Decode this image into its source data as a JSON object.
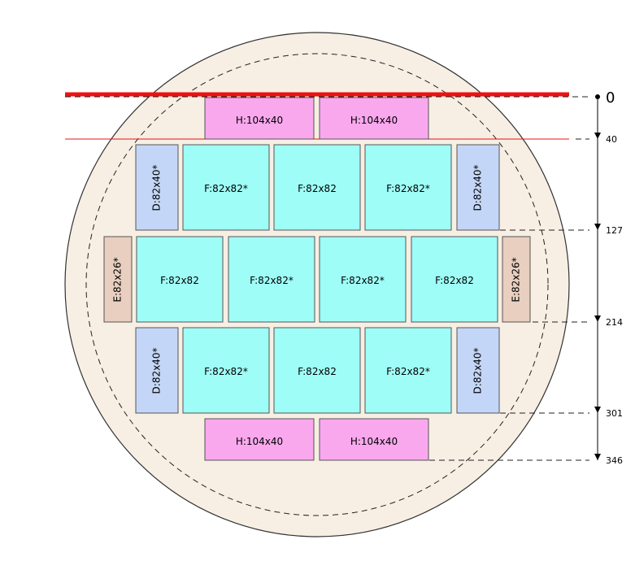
{
  "colors": {
    "wafer_fill": "#f7efe4",
    "wafer_stroke": "#333333",
    "H": "#f9a8ee",
    "F": "#9ffdf7",
    "D": "#c4d6f7",
    "E": "#e8cfc0",
    "block_stroke": "#555555",
    "cut_line": "#ee1111"
  },
  "blocks": [
    {
      "id": "h1",
      "label": "H:104x40",
      "type": "H",
      "vertical": false
    },
    {
      "id": "h2",
      "label": "H:104x40",
      "type": "H",
      "vertical": false
    },
    {
      "id": "d1",
      "label": "D:82x40*",
      "type": "D",
      "vertical": true
    },
    {
      "id": "f1",
      "label": "F:82x82*",
      "type": "F",
      "vertical": false
    },
    {
      "id": "f2",
      "label": "F:82x82",
      "type": "F",
      "vertical": false
    },
    {
      "id": "f3",
      "label": "F:82x82*",
      "type": "F",
      "vertical": false
    },
    {
      "id": "d2",
      "label": "D:82x40*",
      "type": "D",
      "vertical": true
    },
    {
      "id": "e1",
      "label": "E:82x26*",
      "type": "E",
      "vertical": true
    },
    {
      "id": "f4",
      "label": "F:82x82",
      "type": "F",
      "vertical": false
    },
    {
      "id": "f5",
      "label": "F:82x82*",
      "type": "F",
      "vertical": false
    },
    {
      "id": "f6",
      "label": "F:82x82*",
      "type": "F",
      "vertical": false
    },
    {
      "id": "f7",
      "label": "F:82x82",
      "type": "F",
      "vertical": false
    },
    {
      "id": "e2",
      "label": "E:82x26*",
      "type": "E",
      "vertical": true
    },
    {
      "id": "d3",
      "label": "D:82x40*",
      "type": "D",
      "vertical": true
    },
    {
      "id": "f8",
      "label": "F:82x82*",
      "type": "F",
      "vertical": false
    },
    {
      "id": "f9",
      "label": "F:82x82",
      "type": "F",
      "vertical": false
    },
    {
      "id": "f10",
      "label": "F:82x82*",
      "type": "F",
      "vertical": false
    },
    {
      "id": "d4",
      "label": "D:82x40*",
      "type": "D",
      "vertical": true
    },
    {
      "id": "h3",
      "label": "H:104x40",
      "type": "H",
      "vertical": false
    },
    {
      "id": "h4",
      "label": "H:104x40",
      "type": "H",
      "vertical": false
    }
  ],
  "scale": {
    "ticks": [
      {
        "value": 0,
        "label": "0"
      },
      {
        "value": 40,
        "label": "40"
      },
      {
        "value": 127,
        "label": "127"
      },
      {
        "value": 214,
        "label": "214"
      },
      {
        "value": 301,
        "label": "301"
      },
      {
        "value": 346,
        "label": "346"
      }
    ]
  }
}
